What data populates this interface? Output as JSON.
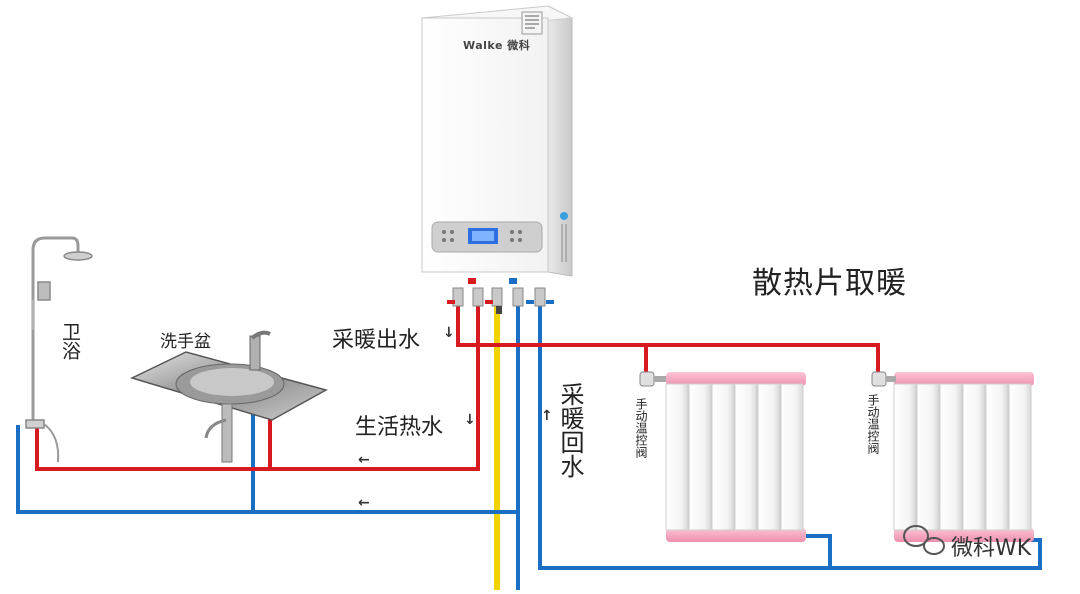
{
  "brand": "Walke 微科",
  "labels": {
    "title": "散热片取暖",
    "heating_out": "采暖出水",
    "domestic_hot": "生活热水",
    "heating_return": "采暖回水",
    "bathroom": "卫浴",
    "wash_basin": "洗手盆",
    "valve_1": "手动温控阀",
    "valve_2": "手动温控阀"
  },
  "flow_arrows": {
    "heating_out": "↓",
    "domestic_hot": "↓",
    "heating_return": "↑",
    "upper_return": "←",
    "lower_return": "←"
  },
  "watermark": "微科WK",
  "colors": {
    "hot_pipe": "#d71a1f",
    "cold_pipe": "#1a6fc4",
    "gas_pipe": "#f2d300",
    "radiator": "#ffffff",
    "radiator_cap": "#f6a8c0"
  },
  "icons": [
    "water-heater-icon",
    "rain-shower-icon",
    "sink-icon",
    "radiator-icon",
    "radiator-icon",
    "wechat-logo-icon"
  ]
}
